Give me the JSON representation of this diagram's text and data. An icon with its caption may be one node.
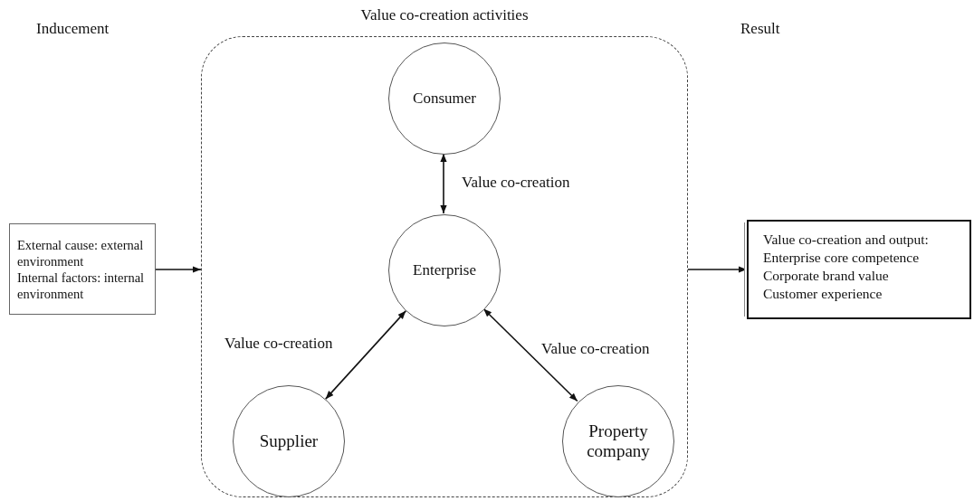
{
  "diagram": {
    "nodes": [
      {
        "text": [
          "External cause: external environment",
          "Internal factors: internal environment"
        ]
      },
      {
        "text": [
          "Value co-creation activities"
        ]
      },
      {
        "text": [
          "Consumer"
        ],
        "in": 1
      },
      {
        "text": [
          "Enterprise"
        ],
        "in": 1
      },
      {
        "text": [
          "Supplier"
        ],
        "in": 1
      },
      {
        "text": [
          "Property company"
        ],
        "in": 1
      },
      {
        "text": [
          "Value co-creation and output:",
          "Enterprise core competence",
          "Corporate brand value",
          "Customer experience"
        ]
      }
    ],
    "edges": [
      {
        "from": 0,
        "to": 1,
        "arrow": "to"
      },
      {
        "from": 1,
        "to": 6,
        "arrow": "to"
      },
      {
        "from": 2,
        "to": 3,
        "arrow": "both",
        "label": "Value co-creation"
      },
      {
        "from": 3,
        "to": 4,
        "arrow": "both",
        "label": "Value co-creation"
      },
      {
        "from": 3,
        "to": 5,
        "arrow": "both",
        "label": "Value co-creation"
      }
    ],
    "labels": [
      "Inducement",
      "Result"
    ]
  }
}
